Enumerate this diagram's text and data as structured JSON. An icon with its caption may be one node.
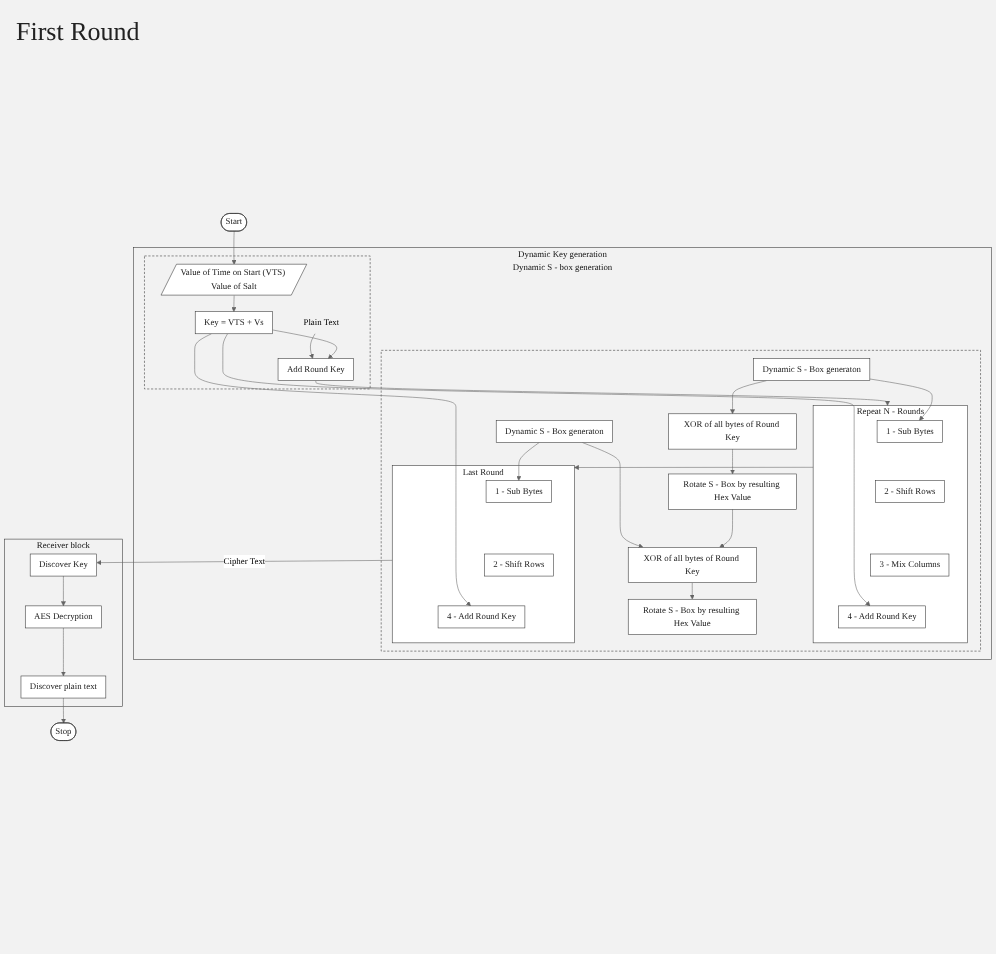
{
  "diagram": {
    "nodes": [
      {
        "text": [
          "Start"
        ]
      },
      {
        "text": [
          "Dynamic Key generation",
          "Dynamic S - box generation"
        ]
      },
      {
        "text": [],
        "shape": "box",
        "in": 1
      },
      {
        "text": [
          "Value of Time on Start (VTS) Value of Salt"
        ],
        "in": 2
      },
      {
        "text": [
          "Key = VTS + Vs"
        ],
        "in": 2
      },
      {
        "text": [
          "Plain Text"
        ],
        "in": 2
      },
      {
        "text": [
          "Add Round Key"
        ],
        "in": 2
      },
      {
        "text": [],
        "shape": "box",
        "in": 1
      },
      {
        "text": [],
        "shape": "box",
        "in": 7,
        "beside": [
          "Repeat N - Rounds"
        ]
      },
      {
        "text": [
          "1 - Sub Bytes"
        ],
        "in": 8
      },
      {
        "text": [
          "2 - Shift Rows"
        ],
        "in": 8
      },
      {
        "text": [
          "3 - Mix Columns"
        ],
        "in": 8
      },
      {
        "text": [
          "4 - Add Round Key"
        ],
        "in": 8
      },
      {
        "text": [
          "Dynamic S - Box generaton"
        ],
        "in": 7
      },
      {
        "text": [
          "XOR of all bytes of Round Key"
        ],
        "in": 7
      },
      {
        "text": [
          "Rotate S - Box by resulting Hex Value"
        ],
        "in": 7
      },
      {
        "text": [],
        "shape": "box",
        "in": 7,
        "beside": [
          "Last Round"
        ]
      },
      {
        "text": [
          "1 - Sub Bytes"
        ],
        "in": 16
      },
      {
        "text": [
          "2 - Shift Rows"
        ],
        "in": 16
      },
      {
        "text": [
          "4 - Add Round Key"
        ],
        "in": 16
      },
      {
        "text": [
          "Dynamic S - Box generaton"
        ],
        "in": 7
      },
      {
        "text": [
          "XOR of all bytes of Round Key"
        ],
        "in": 7
      },
      {
        "text": [
          "Rotate S - Box by resulting Hex Value"
        ],
        "in": 7
      },
      {
        "text": [
          "Receiver block"
        ]
      },
      {
        "text": [
          "Discover Key"
        ],
        "in": 23
      },
      {
        "text": [
          "AES Decryption"
        ],
        "in": 23
      },
      {
        "text": [
          "Discover plain text"
        ],
        "in": 23
      },
      {
        "text": [
          "Stop"
        ]
      }
    ],
    "edges": [
      {
        "from": 0,
        "to": 3,
        "arrow": "to"
      },
      {
        "from": 3,
        "to": 4,
        "arrow": "to"
      },
      {
        "from": 4,
        "to": 6,
        "arrow": "to"
      },
      {
        "from": 5,
        "to": 6,
        "arrow": "to"
      },
      {
        "from": 6,
        "to": 8,
        "arrow": "to"
      },
      {
        "from": 4,
        "to": 12,
        "arrow": "to"
      },
      {
        "from": 4,
        "to": 19,
        "arrow": "to"
      },
      {
        "from": 13,
        "to": 9,
        "arrow": "to"
      },
      {
        "from": 13,
        "to": 14,
        "arrow": "to"
      },
      {
        "from": 14,
        "to": 15,
        "arrow": "to"
      },
      {
        "from": 8,
        "to": 16,
        "arrow": "to"
      },
      {
        "from": 15,
        "to": 21,
        "arrow": "to"
      },
      {
        "from": 20,
        "to": 17,
        "arrow": "to"
      },
      {
        "from": 20,
        "to": 21,
        "arrow": "to"
      },
      {
        "from": 21,
        "to": 22,
        "arrow": "to"
      },
      {
        "from": 16,
        "to": 24,
        "arrow": "to",
        "label": "Cipher Text"
      },
      {
        "from": 24,
        "to": 25,
        "arrow": "to"
      },
      {
        "from": 25,
        "to": 26,
        "arrow": "to"
      },
      {
        "from": 26,
        "to": 27,
        "arrow": "to"
      }
    ],
    "labels": [
      "First Round"
    ]
  }
}
